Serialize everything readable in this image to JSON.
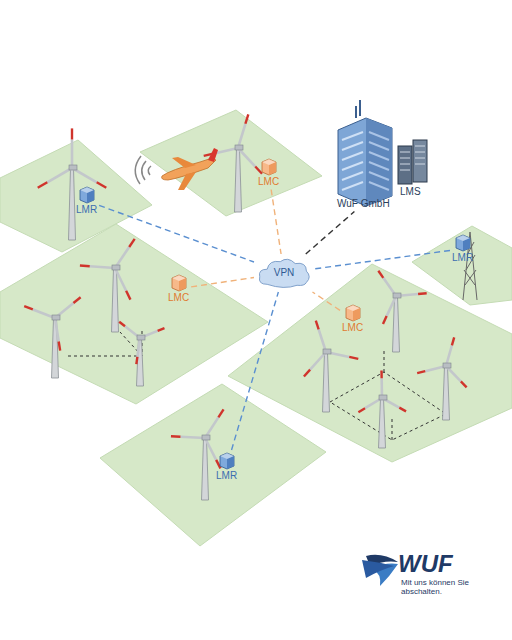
{
  "diagram": {
    "nodes": [
      {
        "text": [
          "LMR"
        ]
      },
      {
        "text": [
          "LMC"
        ]
      },
      {
        "text": [
          "WuF GmbH"
        ]
      },
      {
        "text": [
          "LMS"
        ]
      },
      {
        "text": [
          "LMR"
        ]
      },
      {
        "text": [
          "VPN"
        ]
      },
      {
        "text": [
          "LMC"
        ]
      },
      {
        "text": [
          "LMC"
        ]
      },
      {
        "text": [
          "LMR"
        ]
      }
    ],
    "edges": [
      {
        "from": 0,
        "to": 5,
        "arrow": "none"
      },
      {
        "from": 1,
        "to": 5,
        "arrow": "none"
      },
      {
        "from": 5,
        "to": 2,
        "arrow": "none"
      },
      {
        "from": 4,
        "to": 5,
        "arrow": "none"
      },
      {
        "from": 6,
        "to": 5,
        "arrow": "none"
      },
      {
        "from": 7,
        "to": 5,
        "arrow": "none"
      },
      {
        "from": 8,
        "to": 5,
        "arrow": "none"
      }
    ],
    "labels": [
      "WUF",
      "Mit uns können Sie abschalten."
    ]
  }
}
